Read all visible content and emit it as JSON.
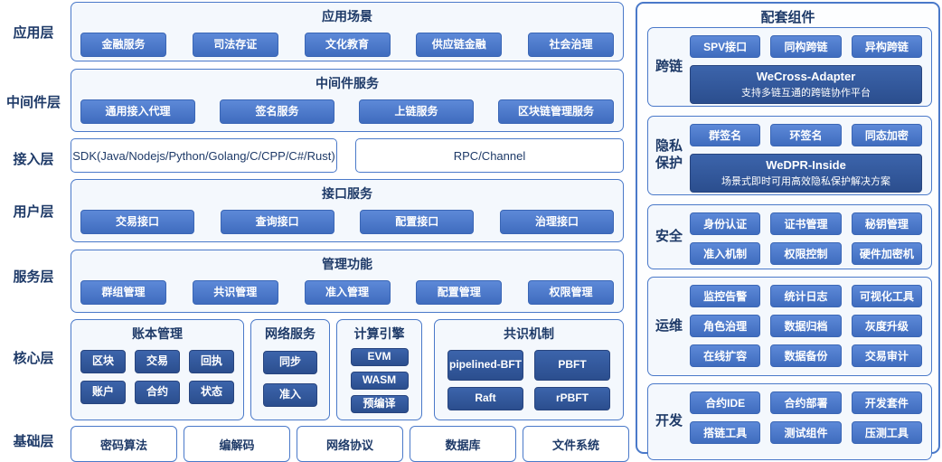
{
  "colors": {
    "accent": "#4472C4",
    "accent_dark": "#2F5597",
    "panel_bg": "#F4F8FD",
    "title_text": "#1E3A68",
    "button_text": "#FFFFFF"
  },
  "layers": [
    "应用层",
    "中间件层",
    "接入层",
    "用户层",
    "服务层",
    "核心层",
    "基础层"
  ],
  "app_scenarios": {
    "title": "应用场景",
    "items": [
      "金融服务",
      "司法存证",
      "文化教育",
      "供应链金融",
      "社会治理"
    ]
  },
  "middleware": {
    "title": "中间件服务",
    "items": [
      "通用接入代理",
      "签名服务",
      "上链服务",
      "区块链管理服务"
    ]
  },
  "access": {
    "sdk": "SDK(Java/Nodejs/Python/Golang/C/CPP/C#/Rust)",
    "rpc": "RPC/Channel"
  },
  "interface_services": {
    "title": "接口服务",
    "items": [
      "交易接口",
      "查询接口",
      "配置接口",
      "治理接口"
    ]
  },
  "management": {
    "title": "管理功能",
    "items": [
      "群组管理",
      "共识管理",
      "准入管理",
      "配置管理",
      "权限管理"
    ]
  },
  "core": {
    "ledger": {
      "title": "账本管理",
      "items": [
        "区块",
        "交易",
        "回执",
        "账户",
        "合约",
        "状态"
      ]
    },
    "network": {
      "title": "网络服务",
      "items": [
        "同步",
        "准入"
      ]
    },
    "engine": {
      "title": "计算引擎",
      "items": [
        "EVM",
        "WASM",
        "预编译"
      ]
    },
    "consensus": {
      "title": "共识机制",
      "items": [
        "pipelined-BFT",
        "PBFT",
        "Raft",
        "rPBFT"
      ]
    }
  },
  "foundation": {
    "items": [
      "密码算法",
      "编解码",
      "网络协议",
      "数据库",
      "文件系统"
    ]
  },
  "companion": {
    "title": "配套组件",
    "sections": [
      {
        "label": "跨链",
        "items": [
          "SPV接口",
          "同构跨链",
          "异构跨链"
        ],
        "banner_title": "WeCross-Adapter",
        "banner_subtitle": "支持多链互通的跨链协作平台"
      },
      {
        "label": "隐私保护",
        "items": [
          "群签名",
          "环签名",
          "同态加密"
        ],
        "banner_title": "WeDPR-Inside",
        "banner_subtitle": "场景式即时可用高效隐私保护解决方案"
      },
      {
        "label": "安全",
        "items": [
          "身份认证",
          "证书管理",
          "秘钥管理",
          "准入机制",
          "权限控制",
          "硬件加密机"
        ]
      },
      {
        "label": "运维",
        "items": [
          "监控告警",
          "统计日志",
          "可视化工具",
          "角色治理",
          "数据归档",
          "灰度升级",
          "在线扩容",
          "数据备份",
          "交易审计"
        ]
      },
      {
        "label": "开发",
        "items": [
          "合约IDE",
          "合约部署",
          "开发套件",
          "搭链工具",
          "测试组件",
          "压测工具"
        ]
      }
    ]
  }
}
